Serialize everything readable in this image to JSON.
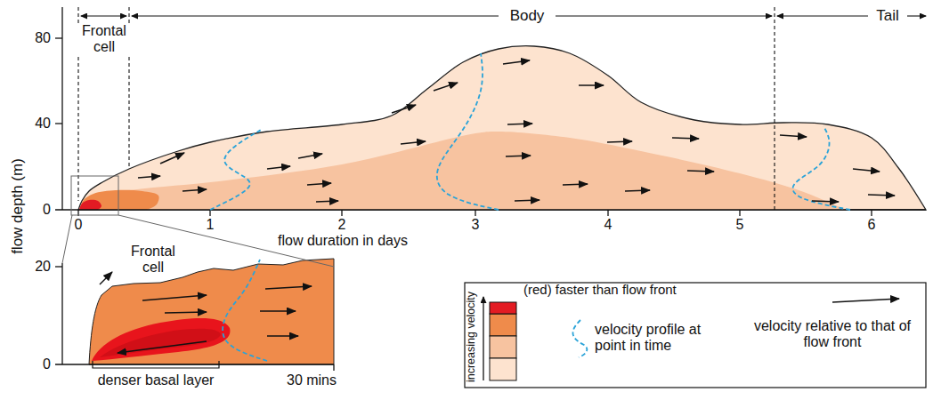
{
  "diagram": {
    "labels": [
      "Frontal cell",
      "Body",
      "Tail",
      "80",
      "40",
      "0",
      "flow depth (m)",
      "0",
      "1",
      "2",
      "3",
      "4",
      "5",
      "6",
      "flow duration in days",
      "Frontal cell",
      "20",
      "0",
      "denser basal layer",
      "30 mins",
      "increasing velocity"
    ],
    "legend": [
      {
        "text": "(red) faster than flow front",
        "color": "#e31b23"
      },
      {
        "text": "velocity profile at point in time"
      },
      {
        "text": "velocity relative to that of flow front"
      }
    ]
  }
}
